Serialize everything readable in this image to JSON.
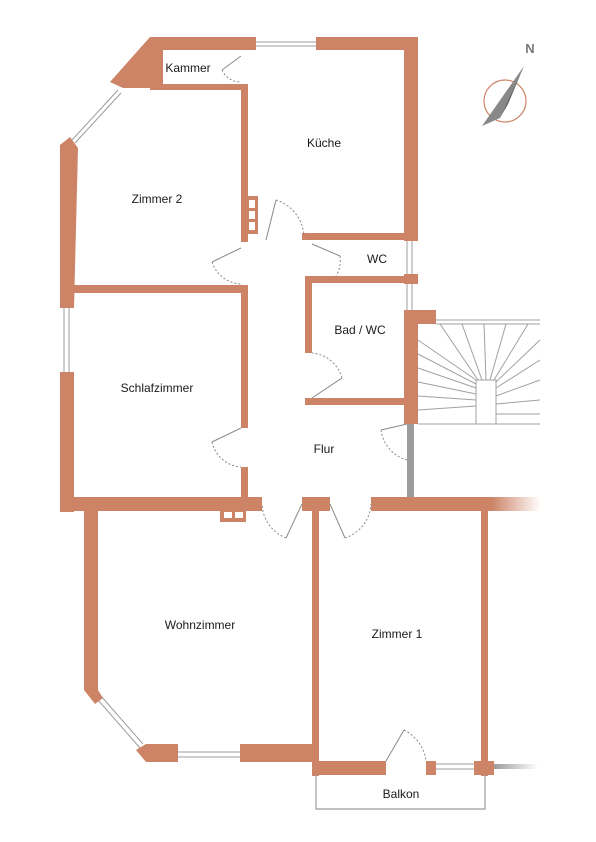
{
  "colors": {
    "wall": "#cd8366",
    "window": "#9c9c9c",
    "door_swing": "#8a8a8a",
    "stair": "#a0a0a0",
    "background": "#ffffff"
  },
  "compass": {
    "north_label": "N"
  },
  "rooms": {
    "kammer": "Kammer",
    "kueche": "Küche",
    "zimmer2": "Zimmer 2",
    "wc": "WC",
    "bad_wc": "Bad / WC",
    "schlafzimmer": "Schlafzimmer",
    "flur": "Flur",
    "wohnzimmer": "Wohnzimmer",
    "zimmer1": "Zimmer 1",
    "balkon": "Balkon"
  }
}
